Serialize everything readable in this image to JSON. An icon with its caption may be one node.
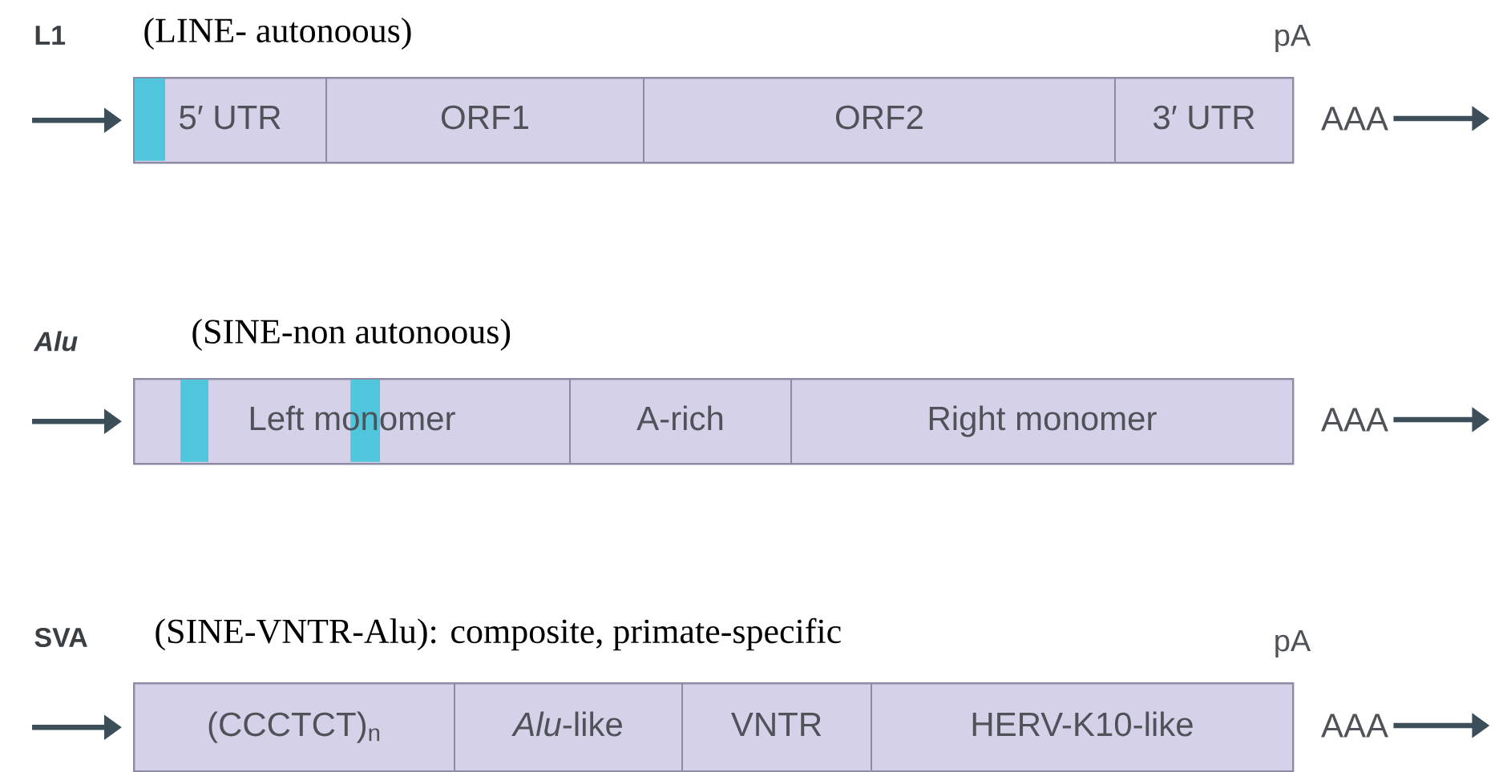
{
  "diagram": {
    "nodes": [
      {
        "text": [],
        "shape": "bar"
      },
      {
        "text": [
          "5′ UTR"
        ],
        "in": 0
      },
      {
        "text": [
          "ORF1"
        ],
        "in": 0
      },
      {
        "text": [
          "ORF2"
        ],
        "in": 0
      },
      {
        "text": [
          "3′ UTR"
        ],
        "in": 0
      },
      {
        "text": [
          "AAA"
        ]
      },
      {
        "text": [],
        "shape": "bar"
      },
      {
        "text": [
          "Left monomer"
        ],
        "in": 6
      },
      {
        "text": [
          "A-rich"
        ],
        "in": 6
      },
      {
        "text": [
          "Right monomer"
        ],
        "in": 6
      },
      {
        "text": [
          "AAA"
        ]
      },
      {
        "text": [],
        "shape": "bar"
      },
      {
        "text": [
          "(CCCTCT)$_{n}$"
        ],
        "in": 11
      },
      {
        "text": [
          "*Alu*-like"
        ],
        "in": 11
      },
      {
        "text": [
          "VNTR"
        ],
        "in": 11
      },
      {
        "text": [
          "HERV-K10-like"
        ],
        "in": 11
      },
      {
        "text": [
          "AAA"
        ]
      }
    ],
    "edges": [
      {
        "from": null,
        "to": 0,
        "arrow": "to"
      },
      {
        "from": 5,
        "to": null,
        "arrow": "to"
      },
      {
        "from": null,
        "to": 6,
        "arrow": "to"
      },
      {
        "from": 10,
        "to": null,
        "arrow": "to"
      },
      {
        "from": null,
        "to": 11,
        "arrow": "to"
      },
      {
        "from": 16,
        "to": null,
        "arrow": "to"
      }
    ],
    "labels": [
      "L1",
      "(LINE- autonoous)",
      "pA",
      "Alu",
      "(SINE-non autonoous)",
      "SVA",
      "(SINE-VNTR-Alu): composite, primate-specific",
      "pA"
    ]
  }
}
